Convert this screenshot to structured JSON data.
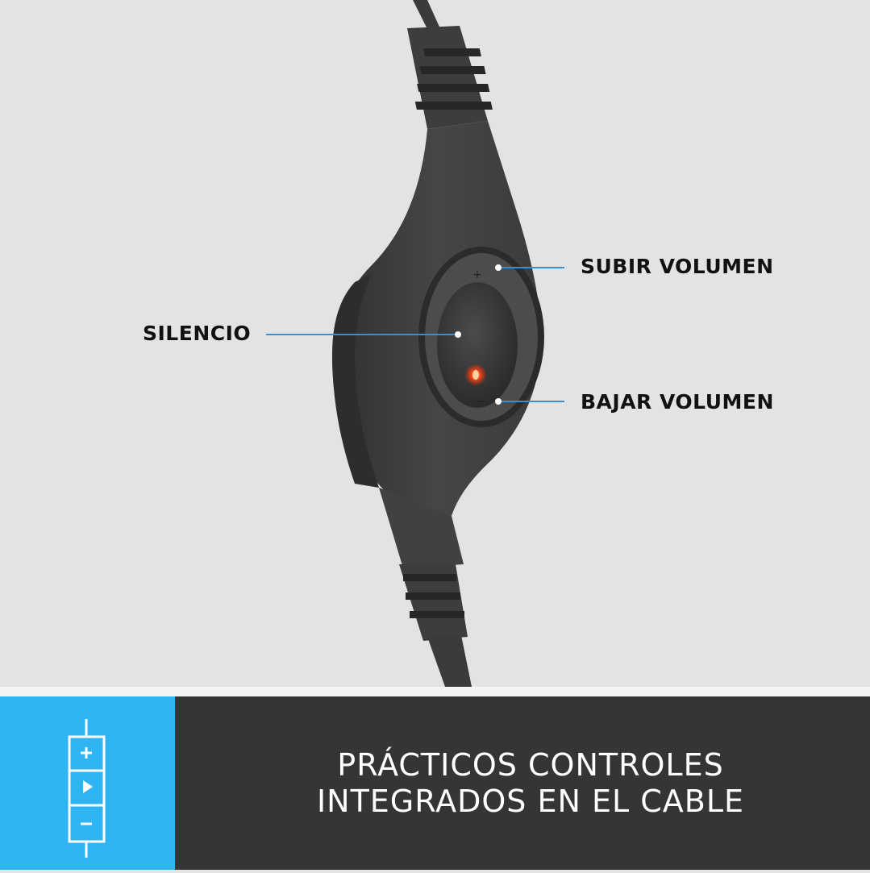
{
  "callouts": {
    "volume_up": "SUBIR VOLUMEN",
    "mute": "SILENCIO",
    "volume_down": "BAJAR VOLUMEN"
  },
  "banner": {
    "line1": "PRÁCTICOS CONTROLES",
    "line2": "INTEGRADOS EN EL CABLE",
    "icon": "inline-remote-icon",
    "icon_symbols": [
      "+",
      "▶",
      "−"
    ]
  },
  "colors": {
    "background": "#e2e3e4",
    "accent_blue": "#2eb4f2",
    "banner_dark": "#333536",
    "callout_line": "#3a8fd0",
    "led": "#ff3a1a"
  }
}
